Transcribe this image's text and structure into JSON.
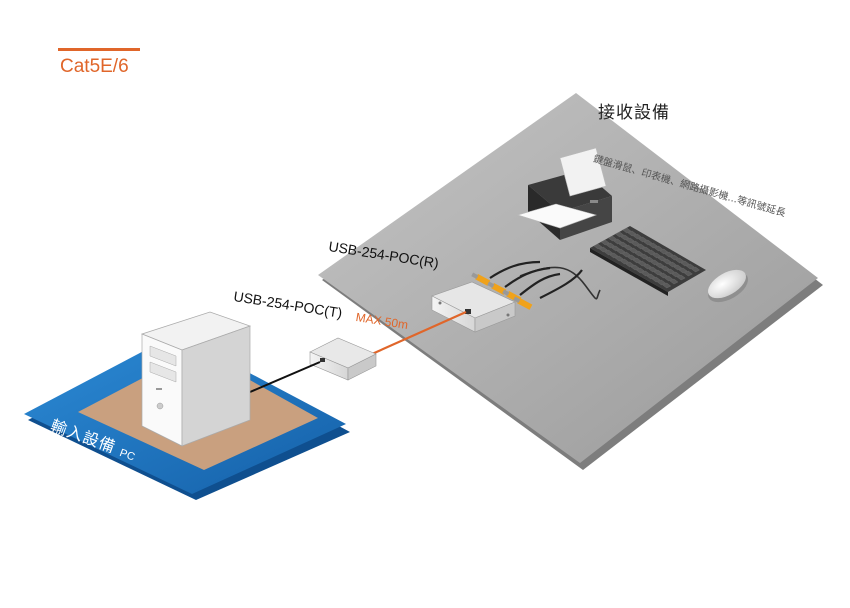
{
  "cable": {
    "label": "Cat5E/6"
  },
  "receiver": {
    "title": "接收設備",
    "description": "鍵盤滑鼠、印表機、網路攝影機...等訊號延長"
  },
  "devices": {
    "rx_label": "USB-254-POC(R)",
    "tx_label": "USB-254-POC(T)",
    "distance_label": "MAX 50m"
  },
  "input": {
    "title": "輸入設備",
    "pc_label": "PC"
  },
  "colors": {
    "accent": "#e0662a",
    "input_blue": "#1f7bc6",
    "pc_mat": "#c9a07f",
    "floor_gray": "#a9a9a9",
    "usb_yellow": "#f0a21a"
  }
}
